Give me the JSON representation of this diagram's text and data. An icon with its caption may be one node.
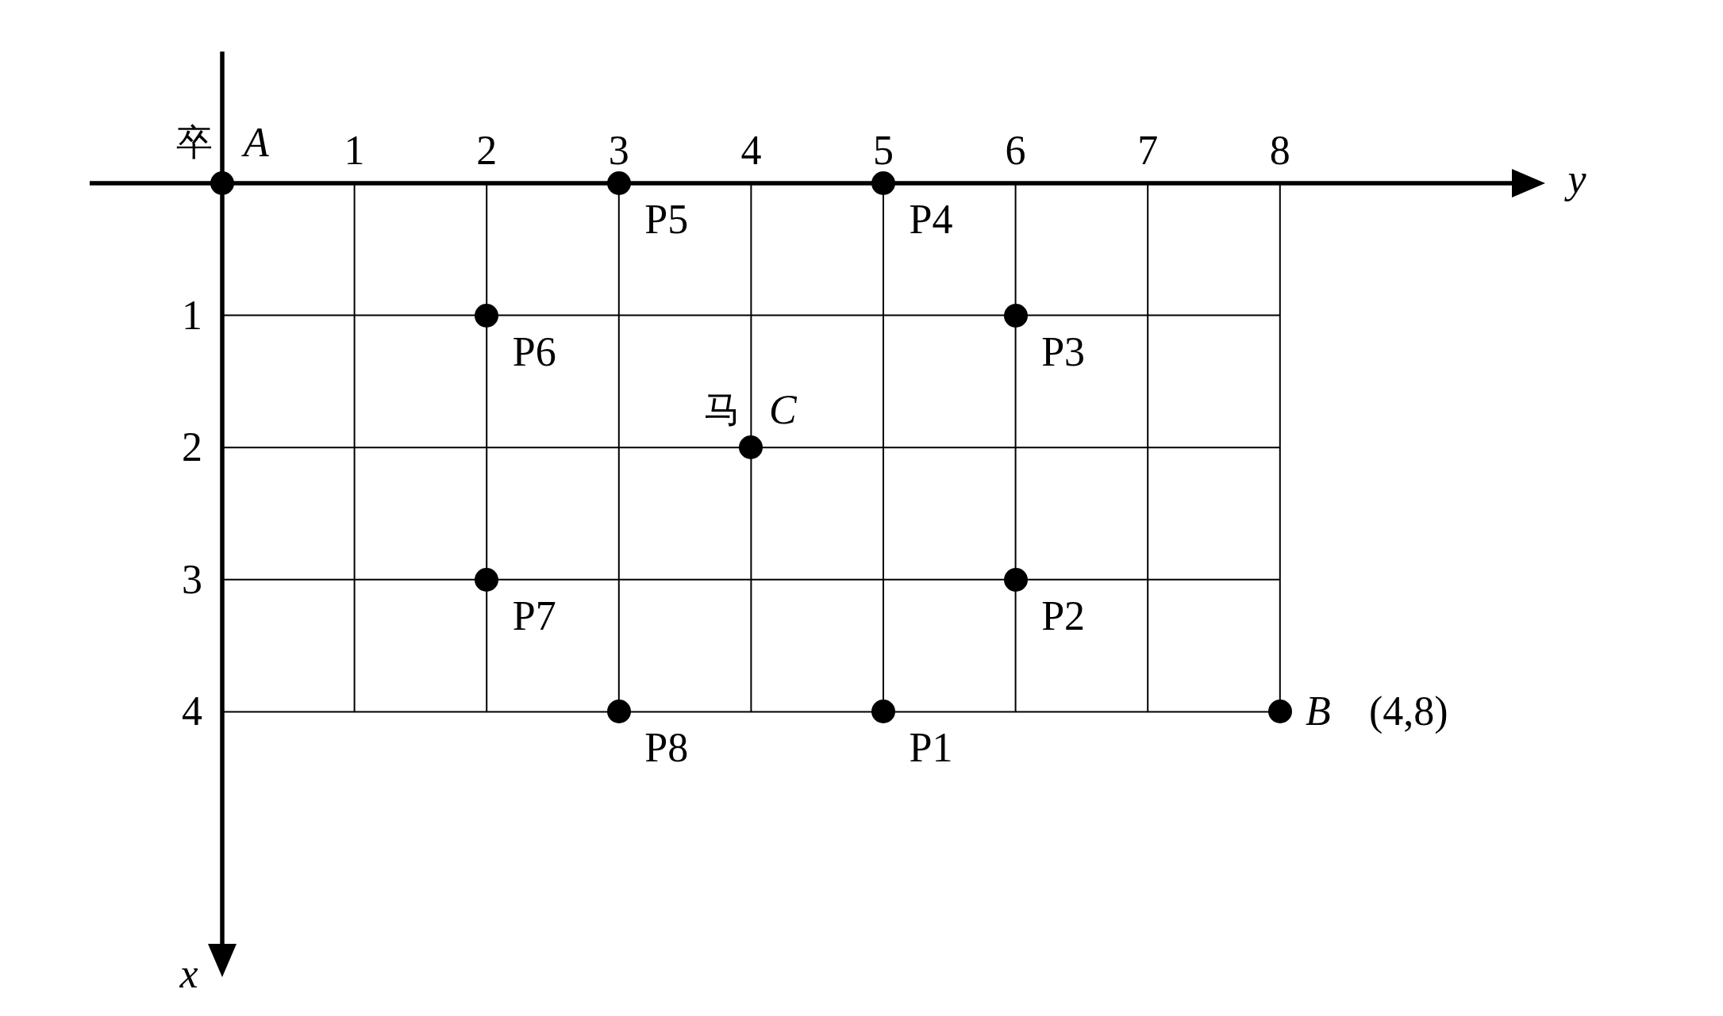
{
  "diagram": {
    "nodes": [
      {
        "text": [],
        "shape": "circle",
        "beside": [
          "卒",
          "A"
        ]
      },
      {
        "text": [],
        "shape": "circle",
        "beside": [
          "P5"
        ]
      },
      {
        "text": [],
        "shape": "circle",
        "beside": [
          "P4"
        ]
      },
      {
        "text": [],
        "shape": "circle",
        "beside": [
          "P6"
        ]
      },
      {
        "text": [],
        "shape": "circle",
        "beside": [
          "P3"
        ]
      },
      {
        "text": [],
        "shape": "circle",
        "beside": [
          "马",
          "C"
        ]
      },
      {
        "text": [],
        "shape": "circle",
        "beside": [
          "P7"
        ]
      },
      {
        "text": [],
        "shape": "circle",
        "beside": [
          "P2"
        ]
      },
      {
        "text": [],
        "shape": "circle",
        "beside": [
          "P8"
        ]
      },
      {
        "text": [],
        "shape": "circle",
        "beside": [
          "P1"
        ]
      },
      {
        "text": [],
        "shape": "circle",
        "beside": [
          "B",
          "(4,8)"
        ]
      }
    ],
    "labels": [
      "1",
      "2",
      "3",
      "4",
      "5",
      "6",
      "7",
      "8",
      "y",
      "1",
      "2",
      "3",
      "4",
      "x"
    ]
  }
}
